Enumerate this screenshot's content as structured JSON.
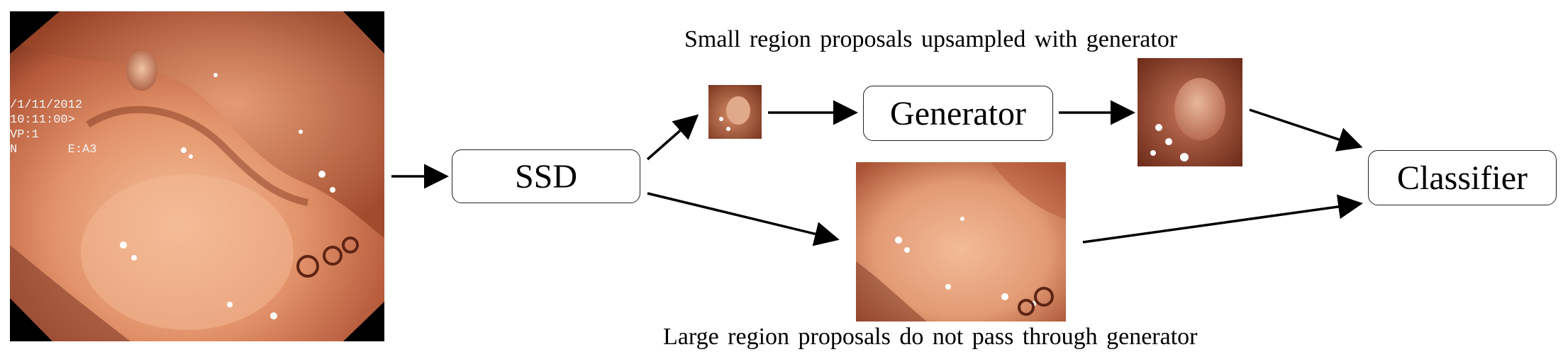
{
  "endoscopy_overlay": {
    "lines": [
      "/1/11/2012",
      "10:11:00>",
      "VP:1",
      "N       E:A3"
    ]
  },
  "boxes": {
    "ssd": "SSD",
    "generator": "Generator",
    "classifier": "Classifier"
  },
  "captions": {
    "small": "Small region proposals upsampled with generator",
    "large": "Large region proposals do not pass through generator"
  },
  "colors": {
    "tissue_light": "#f0b28c",
    "tissue_mid": "#d9825a",
    "tissue_dark": "#8c3e22",
    "frame": "#000000"
  }
}
